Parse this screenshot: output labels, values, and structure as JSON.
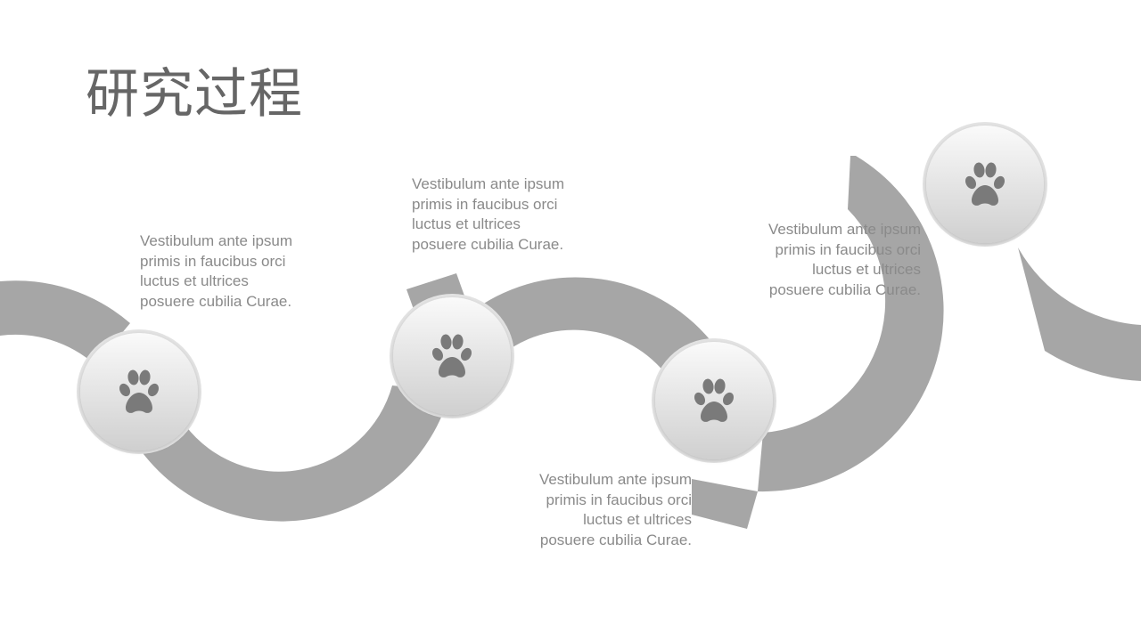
{
  "slide": {
    "title": "研究过程"
  },
  "colors": {
    "ribbon": "#a6a6a6",
    "title_text": "#666666",
    "body_text": "#8a8a8a",
    "paw": "#7a7a7a",
    "node_light": "#fafafa",
    "node_dark": "#cfcfcf",
    "node_rim": "#e3e3e3"
  },
  "steps": [
    {
      "id": "step-1",
      "icon": "paw-icon",
      "lines": [
        "Vestibulum ante ipsum",
        "primis in faucibus orci",
        "luctus et ultrices",
        "posuere cubilia Curae."
      ]
    },
    {
      "id": "step-2",
      "icon": "paw-icon",
      "lines": [
        "Vestibulum ante ipsum",
        "primis in faucibus orci",
        "luctus et ultrices",
        "posuere cubilia Curae."
      ]
    },
    {
      "id": "step-3",
      "icon": "paw-icon",
      "lines": [
        "Vestibulum ante ipsum",
        "primis in faucibus orci",
        "luctus et ultrices",
        "posuere cubilia Curae."
      ]
    },
    {
      "id": "step-4",
      "icon": "paw-icon",
      "lines": [
        "Vestibulum ante ipsum",
        "primis in faucibus orci",
        "luctus et ultrices",
        "posuere cubilia Curae."
      ]
    }
  ]
}
